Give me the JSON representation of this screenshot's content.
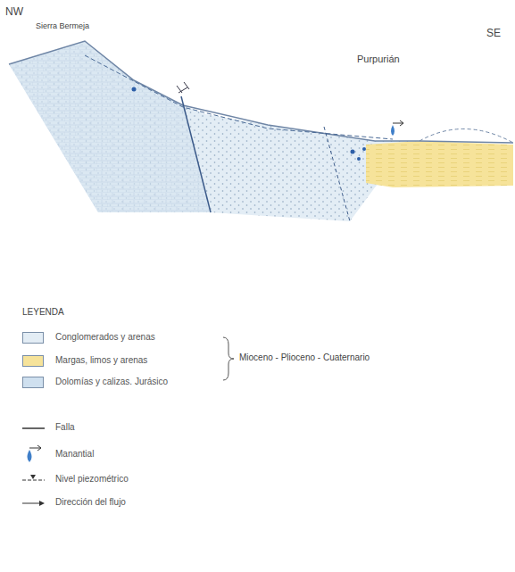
{
  "diagram": {
    "labels": [
      "NW",
      "Sierra Bermeja",
      "SE",
      "Purpurián",
      "LEYENDA",
      "Mioceno - Plioceno - Cuaternario"
    ],
    "legend": [
      {
        "text": "Conglomerados y arenas",
        "color": "#e3edf5"
      },
      {
        "text": "Margas, limos y arenas",
        "color": "#f6e39a"
      },
      {
        "text": "Dolomías y calizas. Jurásico",
        "color": "#cfe0ef"
      },
      {
        "text": "Falla"
      },
      {
        "text": "Manantial"
      },
      {
        "text": "Nivel piezométrico"
      },
      {
        "text": "Dirección del flujo"
      }
    ]
  }
}
